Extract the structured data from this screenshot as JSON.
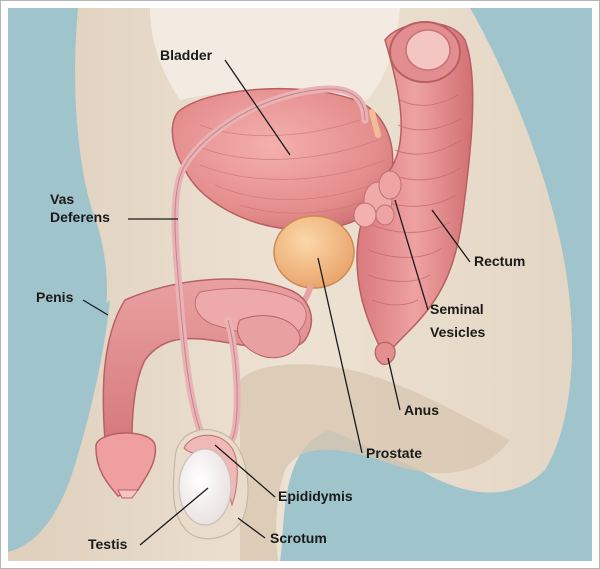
{
  "diagram": {
    "labels": {
      "bladder": "Bladder",
      "vas_deferens_line1": "Vas",
      "vas_deferens_line2": "Deferens",
      "penis": "Penis",
      "rectum": "Rectum",
      "seminal_vesicles_line1": "Seminal",
      "seminal_vesicles_line2": "Vesicles",
      "anus": "Anus",
      "prostate": "Prostate",
      "epididymis": "Epididymis",
      "testis": "Testis",
      "scrotum": "Scrotum"
    },
    "colors": {
      "background": "#9fc4cc",
      "skin": "#e9dccb",
      "skin_shadow": "#d8c7b2",
      "organ_pink": "#e58c8f",
      "organ_light": "#f2b3b3",
      "organ_dark": "#c9676b",
      "prostate": "#f2bc84",
      "testis": "#f5f1ef"
    }
  }
}
